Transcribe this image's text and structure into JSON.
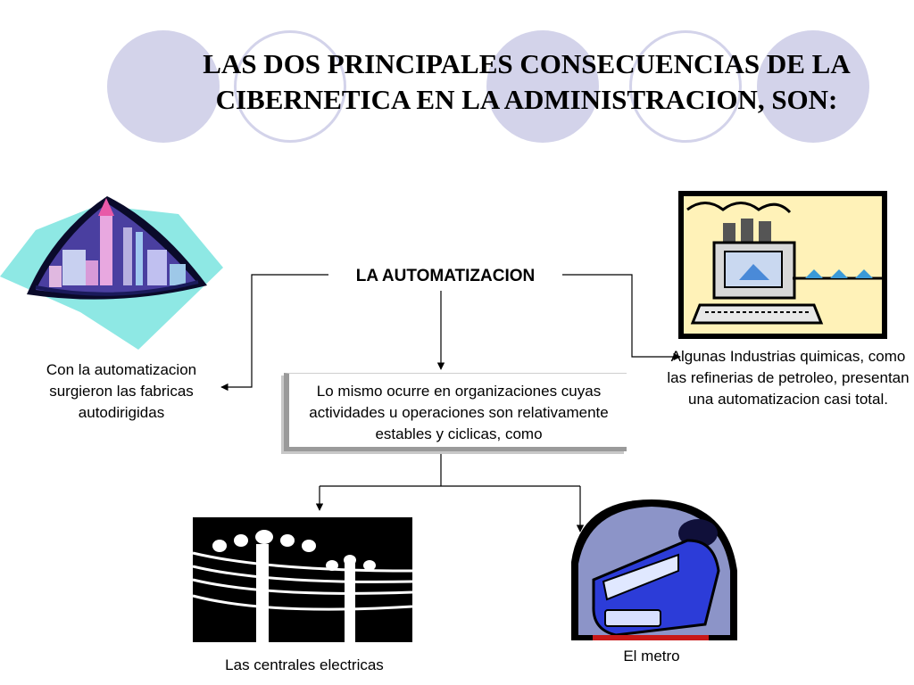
{
  "title": {
    "line1": "LAS DOS PRINCIPALES CONSECUENCIAS DE LA",
    "line2": "CIBERNETICA EN LA ADMINISTRACION, SON:"
  },
  "diagram": {
    "heading": "LA AUTOMATIZACION",
    "center_text": "Lo mismo ocurre en organizaciones cuyas actividades u operaciones son relativamente estables y ciclicas, como",
    "left_text": "Con la automatizacion surgieron las fabricas autodirigidas",
    "right_text": "Algunas Industrias quimicas, como las refinerias de petroleo, presentan una automatizacion casi total.",
    "bottom_left_text": "Las centrales electricas",
    "bottom_right_text": "El metro"
  },
  "colors": {
    "circle_fill": "#d3d3ea",
    "text": "#000000"
  },
  "icons": {
    "dome_city": "futuristic-city-dome-illustration",
    "factory": "factory-computer-illustration",
    "power_lines": "power-lines-illustration",
    "subway": "subway-train-tunnel-illustration"
  }
}
